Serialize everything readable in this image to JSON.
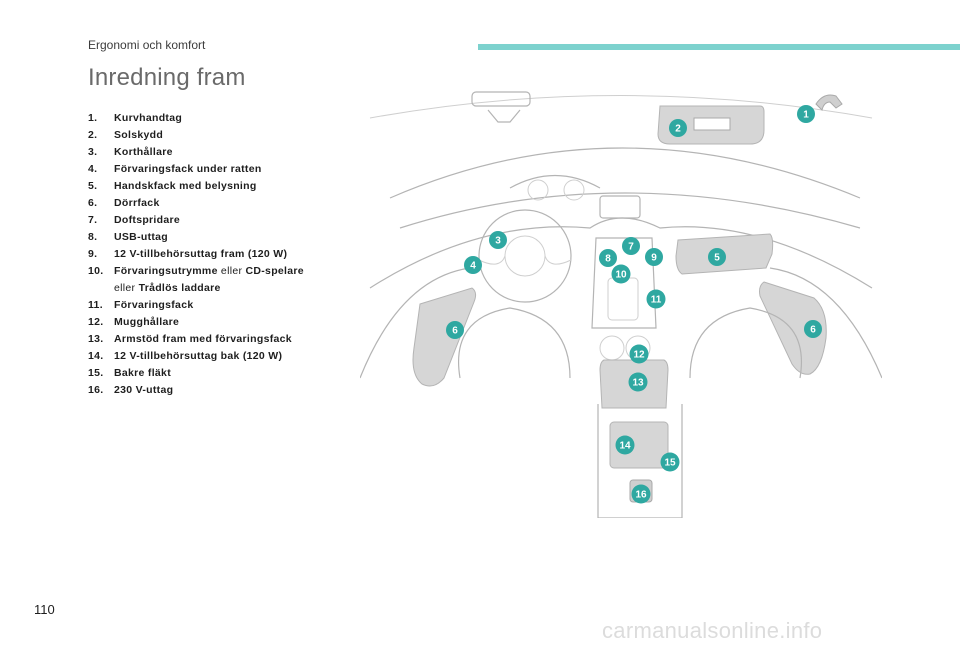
{
  "header": {
    "section": "Ergonomi och komfort",
    "accent_color": "#7dd2ce"
  },
  "title": "Inredning fram",
  "legend": [
    {
      "num": "1.",
      "text": "Kurvhandtag"
    },
    {
      "num": "2.",
      "text": "Solskydd"
    },
    {
      "num": "3.",
      "text": "Korthållare"
    },
    {
      "num": "4.",
      "text": "Förvaringsfack under ratten"
    },
    {
      "num": "5.",
      "text": "Handskfack med belysning"
    },
    {
      "num": "6.",
      "text": "Dörrfack"
    },
    {
      "num": "7.",
      "text": "Doftspridare"
    },
    {
      "num": "8.",
      "text": "USB-uttag"
    },
    {
      "num": "9.",
      "text": "12 V-tillbehörsuttag fram (120 W)"
    },
    {
      "num": "10.",
      "text": "Förvaringsutrymme",
      "connector": " eller ",
      "text2": "CD-spelare",
      "line2_connector": "eller ",
      "line2_text": "Trådlös laddare"
    },
    {
      "num": "11.",
      "text": "Förvaringsfack"
    },
    {
      "num": "12.",
      "text": "Mugghållare"
    },
    {
      "num": "13.",
      "text": "Armstöd fram med förvaringsfack"
    },
    {
      "num": "14.",
      "text": "12 V-tillbehörsuttag bak (120 W)"
    },
    {
      "num": "15.",
      "text": "Bakre fläkt"
    },
    {
      "num": "16.",
      "text": "230 V-uttag"
    }
  ],
  "badges": [
    "1",
    "2",
    "3",
    "4",
    "5",
    "6",
    "6",
    "7",
    "8",
    "9",
    "10",
    "11",
    "12",
    "13",
    "14",
    "15",
    "16"
  ],
  "badge_color": "#2fa8a1",
  "page_number": "110",
  "watermark": "carmanualsonline.info"
}
